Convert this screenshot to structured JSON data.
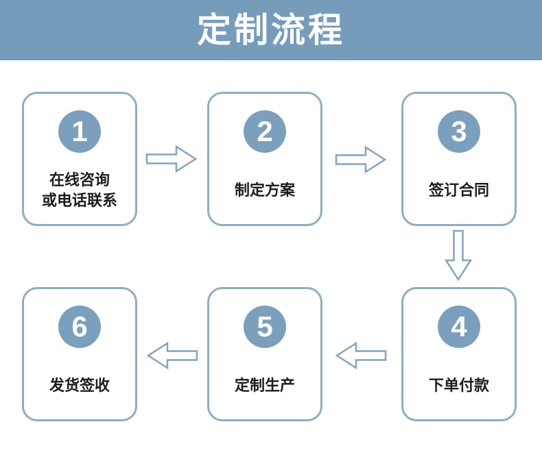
{
  "header": {
    "title": "定制流程",
    "bg_color": "#769cbc",
    "text_color": "#ffffff"
  },
  "flow": {
    "steps": [
      {
        "number": "1",
        "label_lines": [
          "在线咨询",
          "或电话联系"
        ]
      },
      {
        "number": "2",
        "label_lines": [
          "制定方案"
        ]
      },
      {
        "number": "3",
        "label_lines": [
          "签订合同"
        ]
      },
      {
        "number": "4",
        "label_lines": [
          "下单付款"
        ]
      },
      {
        "number": "5",
        "label_lines": [
          "定制生产"
        ]
      },
      {
        "number": "6",
        "label_lines": [
          "发货签收"
        ]
      }
    ],
    "arrows": [
      {
        "from": "1",
        "to": "2",
        "direction": "right"
      },
      {
        "from": "2",
        "to": "3",
        "direction": "right"
      },
      {
        "from": "3",
        "to": "4",
        "direction": "down"
      },
      {
        "from": "4",
        "to": "5",
        "direction": "left"
      },
      {
        "from": "5",
        "to": "6",
        "direction": "left"
      }
    ]
  },
  "colors": {
    "accent": "#7ba0bd",
    "box_border": "#8badc7",
    "arrow_stroke": "#7fa3c3",
    "step_text": "#1c1c1c"
  }
}
